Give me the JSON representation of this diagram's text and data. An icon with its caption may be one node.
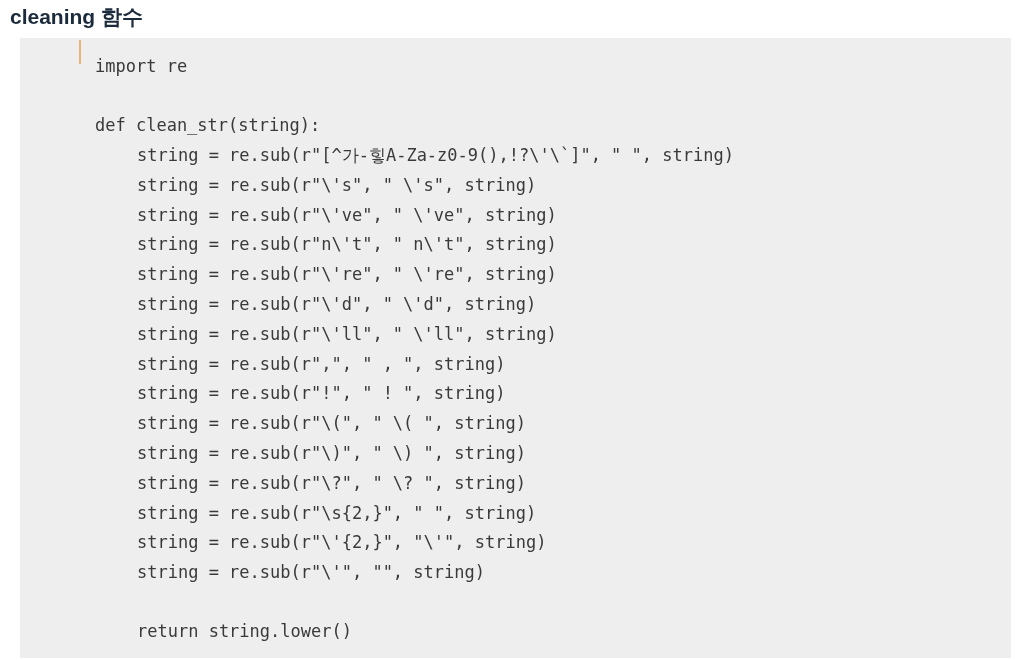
{
  "diagram": {
    "title": "cleaning 함수",
    "labels": [
      "import re",
      "def clean_str(string):",
      "string = re.sub(r\"[^가-힣A-Za-z0-9(),!?\\'\\`]\", \" \", string)",
      "string = re.sub(r\"\\'s\", \" \\'s\", string)",
      "string = re.sub(r\"\\'ve\", \" \\'ve\", string)",
      "string = re.sub(r\"n\\'t\", \" n\\'t\", string)",
      "string = re.sub(r\"\\'re\", \" \\'re\", string)",
      "string = re.sub(r\"\\'d\", \" \\'d\", string)",
      "string = re.sub(r\"\\'ll\", \" \\'ll\", string)",
      "string = re.sub(r\",\", \" , \", string)",
      "string = re.sub(r\"!\", \" ! \", string)",
      "string = re.sub(r\"\\(\", \" \\( \", string)",
      "string = re.sub(r\"\\)\", \" \\) \", string)",
      "string = re.sub(r\"\\?\", \" \\? \", string)",
      "string = re.sub(r\"\\s{2,}\", \" \", string)",
      "string = re.sub(r\"\\'{2,}\", \"\\'\", string)",
      "string = re.sub(r\"\\'\", \"\", string)",
      "return string.lower()"
    ]
  }
}
